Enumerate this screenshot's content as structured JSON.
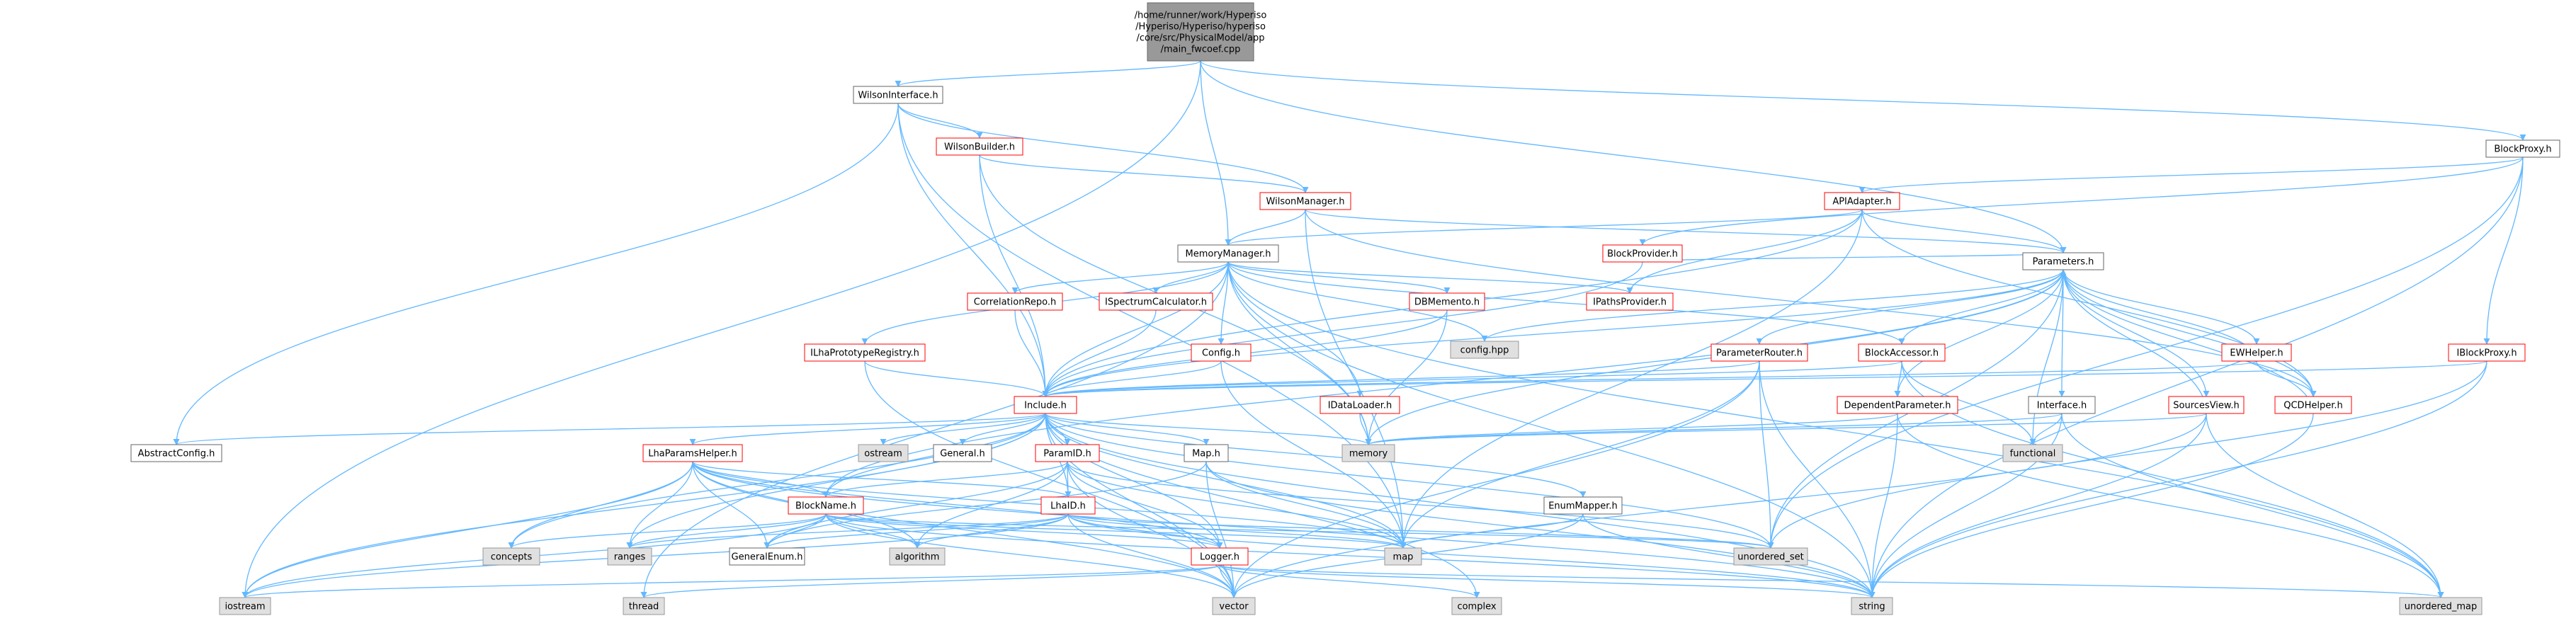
{
  "nodes": [
    {
      "id": "main",
      "lines": [
        "/home/runner/work/Hyperiso",
        "/Hyperiso/Hyperiso/hyperiso",
        "/core/src/PhysicalModel/app",
        "/main_fwcoef.cpp"
      ],
      "kind": "root"
    },
    {
      "id": "wi",
      "lines": [
        "WilsonInterface.h"
      ],
      "kind": "plain"
    },
    {
      "id": "bp",
      "lines": [
        "BlockProxy.h"
      ],
      "kind": "plain"
    },
    {
      "id": "wb",
      "lines": [
        "WilsonBuilder.h"
      ],
      "kind": "red"
    },
    {
      "id": "api",
      "lines": [
        "APIAdapter.h"
      ],
      "kind": "red"
    },
    {
      "id": "wm",
      "lines": [
        "WilsonManager.h"
      ],
      "kind": "red"
    },
    {
      "id": "bprov",
      "lines": [
        "BlockProvider.h"
      ],
      "kind": "red"
    },
    {
      "id": "mm",
      "lines": [
        "MemoryManager.h"
      ],
      "kind": "plain"
    },
    {
      "id": "params",
      "lines": [
        "Parameters.h"
      ],
      "kind": "plain"
    },
    {
      "id": "crepo",
      "lines": [
        "CorrelationRepo.h"
      ],
      "kind": "red"
    },
    {
      "id": "ispec",
      "lines": [
        "ISpectrumCalculator.h"
      ],
      "kind": "red"
    },
    {
      "id": "dbm",
      "lines": [
        "DBMemento.h"
      ],
      "kind": "red"
    },
    {
      "id": "ipaths",
      "lines": [
        "IPathsProvider.h"
      ],
      "kind": "red"
    },
    {
      "id": "cfghpp",
      "lines": [
        "config.hpp"
      ],
      "kind": "gray"
    },
    {
      "id": "ilha",
      "lines": [
        "ILhaPrototypeRegistry.h"
      ],
      "kind": "red"
    },
    {
      "id": "config",
      "lines": [
        "Config.h"
      ],
      "kind": "red"
    },
    {
      "id": "prouter",
      "lines": [
        "ParameterRouter.h"
      ],
      "kind": "red"
    },
    {
      "id": "bacc",
      "lines": [
        "BlockAccessor.h"
      ],
      "kind": "red"
    },
    {
      "id": "ewh",
      "lines": [
        "EWHelper.h"
      ],
      "kind": "red"
    },
    {
      "id": "ibp",
      "lines": [
        "IBlockProxy.h"
      ],
      "kind": "red"
    },
    {
      "id": "inc",
      "lines": [
        "Include.h"
      ],
      "kind": "red"
    },
    {
      "id": "idl",
      "lines": [
        "IDataLoader.h"
      ],
      "kind": "red"
    },
    {
      "id": "dep",
      "lines": [
        "DependentParameter.h"
      ],
      "kind": "red"
    },
    {
      "id": "iface",
      "lines": [
        "Interface.h"
      ],
      "kind": "plain"
    },
    {
      "id": "sview",
      "lines": [
        "SourcesView.h"
      ],
      "kind": "red"
    },
    {
      "id": "qcd",
      "lines": [
        "QCDHelper.h"
      ],
      "kind": "red"
    },
    {
      "id": "acfg",
      "lines": [
        "AbstractConfig.h"
      ],
      "kind": "plain"
    },
    {
      "id": "lhap",
      "lines": [
        "LhaParamsHelper.h"
      ],
      "kind": "red"
    },
    {
      "id": "ostream",
      "lines": [
        "ostream"
      ],
      "kind": "gray"
    },
    {
      "id": "general",
      "lines": [
        "General.h"
      ],
      "kind": "plain"
    },
    {
      "id": "pid",
      "lines": [
        "ParamID.h"
      ],
      "kind": "red"
    },
    {
      "id": "map_h",
      "lines": [
        "Map.h"
      ],
      "kind": "plain"
    },
    {
      "id": "memory",
      "lines": [
        "memory"
      ],
      "kind": "gray"
    },
    {
      "id": "functional",
      "lines": [
        "functional"
      ],
      "kind": "gray"
    },
    {
      "id": "bname",
      "lines": [
        "BlockName.h"
      ],
      "kind": "red"
    },
    {
      "id": "lhaid",
      "lines": [
        "LhaID.h"
      ],
      "kind": "red"
    },
    {
      "id": "emap",
      "lines": [
        "EnumMapper.h"
      ],
      "kind": "plain"
    },
    {
      "id": "concepts",
      "lines": [
        "concepts"
      ],
      "kind": "gray"
    },
    {
      "id": "ranges",
      "lines": [
        "ranges"
      ],
      "kind": "gray"
    },
    {
      "id": "genum",
      "lines": [
        "GeneralEnum.h"
      ],
      "kind": "plain"
    },
    {
      "id": "algorithm",
      "lines": [
        "algorithm"
      ],
      "kind": "gray"
    },
    {
      "id": "map",
      "lines": [
        "map"
      ],
      "kind": "gray"
    },
    {
      "id": "uset",
      "lines": [
        "unordered_set"
      ],
      "kind": "gray"
    },
    {
      "id": "logger",
      "lines": [
        "Logger.h"
      ],
      "kind": "red"
    },
    {
      "id": "iostream",
      "lines": [
        "iostream"
      ],
      "kind": "gray"
    },
    {
      "id": "thread",
      "lines": [
        "thread"
      ],
      "kind": "gray"
    },
    {
      "id": "vector",
      "lines": [
        "vector"
      ],
      "kind": "gray"
    },
    {
      "id": "complex",
      "lines": [
        "complex"
      ],
      "kind": "gray"
    },
    {
      "id": "string",
      "lines": [
        "string"
      ],
      "kind": "gray"
    },
    {
      "id": "umap",
      "lines": [
        "unordered_map"
      ],
      "kind": "gray"
    }
  ],
  "edges": [
    [
      "main",
      "wi"
    ],
    [
      "main",
      "mm"
    ],
    [
      "main",
      "params"
    ],
    [
      "main",
      "bp"
    ],
    [
      "main",
      "iostream"
    ],
    [
      "wi",
      "wb"
    ],
    [
      "wi",
      "wm"
    ],
    [
      "wi",
      "acfg"
    ],
    [
      "wi",
      "inc"
    ],
    [
      "wi",
      "map"
    ],
    [
      "wb",
      "wm"
    ],
    [
      "wb",
      "inc"
    ],
    [
      "wb",
      "memory"
    ],
    [
      "wm",
      "mm"
    ],
    [
      "wm",
      "params"
    ],
    [
      "wm",
      "map"
    ],
    [
      "wm",
      "qcd"
    ],
    [
      "bp",
      "api"
    ],
    [
      "bp",
      "ibp"
    ],
    [
      "bp",
      "uset"
    ],
    [
      "bp",
      "string"
    ],
    [
      "bp",
      "bprov"
    ],
    [
      "api",
      "mm"
    ],
    [
      "api",
      "params"
    ],
    [
      "api",
      "ipaths"
    ],
    [
      "api",
      "map"
    ],
    [
      "api",
      "inc"
    ],
    [
      "api",
      "qcd"
    ],
    [
      "bprov",
      "params"
    ],
    [
      "bprov",
      "inc"
    ],
    [
      "mm",
      "crepo"
    ],
    [
      "mm",
      "ispec"
    ],
    [
      "mm",
      "dbm"
    ],
    [
      "mm",
      "ipaths"
    ],
    [
      "mm",
      "cfghpp"
    ],
    [
      "mm",
      "ilha"
    ],
    [
      "mm",
      "config"
    ],
    [
      "mm",
      "idl"
    ],
    [
      "mm",
      "inc"
    ],
    [
      "mm",
      "bacc"
    ],
    [
      "mm",
      "memory"
    ],
    [
      "mm",
      "thread"
    ],
    [
      "mm",
      "string"
    ],
    [
      "mm",
      "umap"
    ],
    [
      "params",
      "prouter"
    ],
    [
      "params",
      "bacc"
    ],
    [
      "params",
      "ewh"
    ],
    [
      "params",
      "dep"
    ],
    [
      "params",
      "iface"
    ],
    [
      "params",
      "sview"
    ],
    [
      "params",
      "qcd"
    ],
    [
      "params",
      "cfghpp"
    ],
    [
      "params",
      "inc"
    ],
    [
      "params",
      "memory"
    ],
    [
      "params",
      "functional"
    ],
    [
      "params",
      "uset"
    ],
    [
      "params",
      "bname"
    ],
    [
      "crepo",
      "inc"
    ],
    [
      "ispec",
      "inc"
    ],
    [
      "dbm",
      "inc"
    ],
    [
      "dbm",
      "memory"
    ],
    [
      "ilha",
      "inc"
    ],
    [
      "ilha",
      "vector"
    ],
    [
      "config",
      "inc"
    ],
    [
      "config",
      "map"
    ],
    [
      "prouter",
      "inc"
    ],
    [
      "prouter",
      "string"
    ],
    [
      "prouter",
      "uset"
    ],
    [
      "prouter",
      "vector"
    ],
    [
      "prouter",
      "map"
    ],
    [
      "bacc",
      "inc"
    ],
    [
      "bacc",
      "dep"
    ],
    [
      "bacc",
      "functional"
    ],
    [
      "bacc",
      "umap"
    ],
    [
      "ewh",
      "params"
    ],
    [
      "ewh",
      "qcd"
    ],
    [
      "ewh",
      "inc"
    ],
    [
      "ibp",
      "inc"
    ],
    [
      "ibp",
      "string"
    ],
    [
      "ibp",
      "uset"
    ],
    [
      "idl",
      "memory"
    ],
    [
      "dep",
      "memory"
    ],
    [
      "dep",
      "string"
    ],
    [
      "dep",
      "umap"
    ],
    [
      "iface",
      "memory"
    ],
    [
      "iface",
      "functional"
    ],
    [
      "iface",
      "string"
    ],
    [
      "iface",
      "umap"
    ],
    [
      "sview",
      "params"
    ],
    [
      "sview",
      "memory"
    ],
    [
      "sview",
      "string"
    ],
    [
      "sview",
      "vector"
    ],
    [
      "sview",
      "umap"
    ],
    [
      "qcd",
      "params"
    ],
    [
      "qcd",
      "string"
    ],
    [
      "inc",
      "acfg"
    ],
    [
      "inc",
      "lhap"
    ],
    [
      "inc",
      "ostream"
    ],
    [
      "inc",
      "general"
    ],
    [
      "inc",
      "pid"
    ],
    [
      "inc",
      "map_h"
    ],
    [
      "inc",
      "memory"
    ],
    [
      "inc",
      "bname"
    ],
    [
      "inc",
      "lhaid"
    ],
    [
      "inc",
      "emap"
    ],
    [
      "inc",
      "logger"
    ],
    [
      "inc",
      "iostream"
    ],
    [
      "inc",
      "vector"
    ],
    [
      "inc",
      "string"
    ],
    [
      "inc",
      "map"
    ],
    [
      "inc",
      "complex"
    ],
    [
      "inc",
      "uset"
    ],
    [
      "inc",
      "concepts"
    ],
    [
      "inc",
      "ranges"
    ],
    [
      "lhap",
      "bname"
    ],
    [
      "lhap",
      "lhaid"
    ],
    [
      "lhap",
      "concepts"
    ],
    [
      "lhap",
      "ranges"
    ],
    [
      "lhap",
      "genum"
    ],
    [
      "lhap",
      "algorithm"
    ],
    [
      "lhap",
      "map"
    ],
    [
      "lhap",
      "iostream"
    ],
    [
      "lhap",
      "vector"
    ],
    [
      "lhap",
      "logger"
    ],
    [
      "lhap",
      "string"
    ],
    [
      "pid",
      "lhaid"
    ],
    [
      "pid",
      "bname"
    ],
    [
      "pid",
      "logger"
    ],
    [
      "pid",
      "genum"
    ],
    [
      "pid",
      "map"
    ],
    [
      "pid",
      "algorithm"
    ],
    [
      "pid",
      "uset"
    ],
    [
      "pid",
      "vector"
    ],
    [
      "map_h",
      "map"
    ],
    [
      "map_h",
      "vector"
    ],
    [
      "map_h",
      "genum"
    ],
    [
      "map_h",
      "string"
    ],
    [
      "bname",
      "genum"
    ],
    [
      "bname",
      "algorithm"
    ],
    [
      "bname",
      "map"
    ],
    [
      "bname",
      "iostream"
    ],
    [
      "bname",
      "vector"
    ],
    [
      "bname",
      "string"
    ],
    [
      "bname",
      "concepts"
    ],
    [
      "bname",
      "ranges"
    ],
    [
      "bname",
      "uset"
    ],
    [
      "bname",
      "logger"
    ],
    [
      "lhaid",
      "genum"
    ],
    [
      "lhaid",
      "algorithm"
    ],
    [
      "lhaid",
      "map"
    ],
    [
      "lhaid",
      "uset"
    ],
    [
      "lhaid",
      "logger"
    ],
    [
      "lhaid",
      "iostream"
    ],
    [
      "lhaid",
      "vector"
    ],
    [
      "lhaid",
      "string"
    ],
    [
      "lhaid",
      "ranges"
    ],
    [
      "emap",
      "map"
    ],
    [
      "emap",
      "string"
    ],
    [
      "emap",
      "vector"
    ],
    [
      "logger",
      "iostream"
    ],
    [
      "logger",
      "thread"
    ],
    [
      "logger",
      "vector"
    ],
    [
      "logger",
      "complex"
    ],
    [
      "logger",
      "string"
    ],
    [
      "logger",
      "umap"
    ]
  ]
}
